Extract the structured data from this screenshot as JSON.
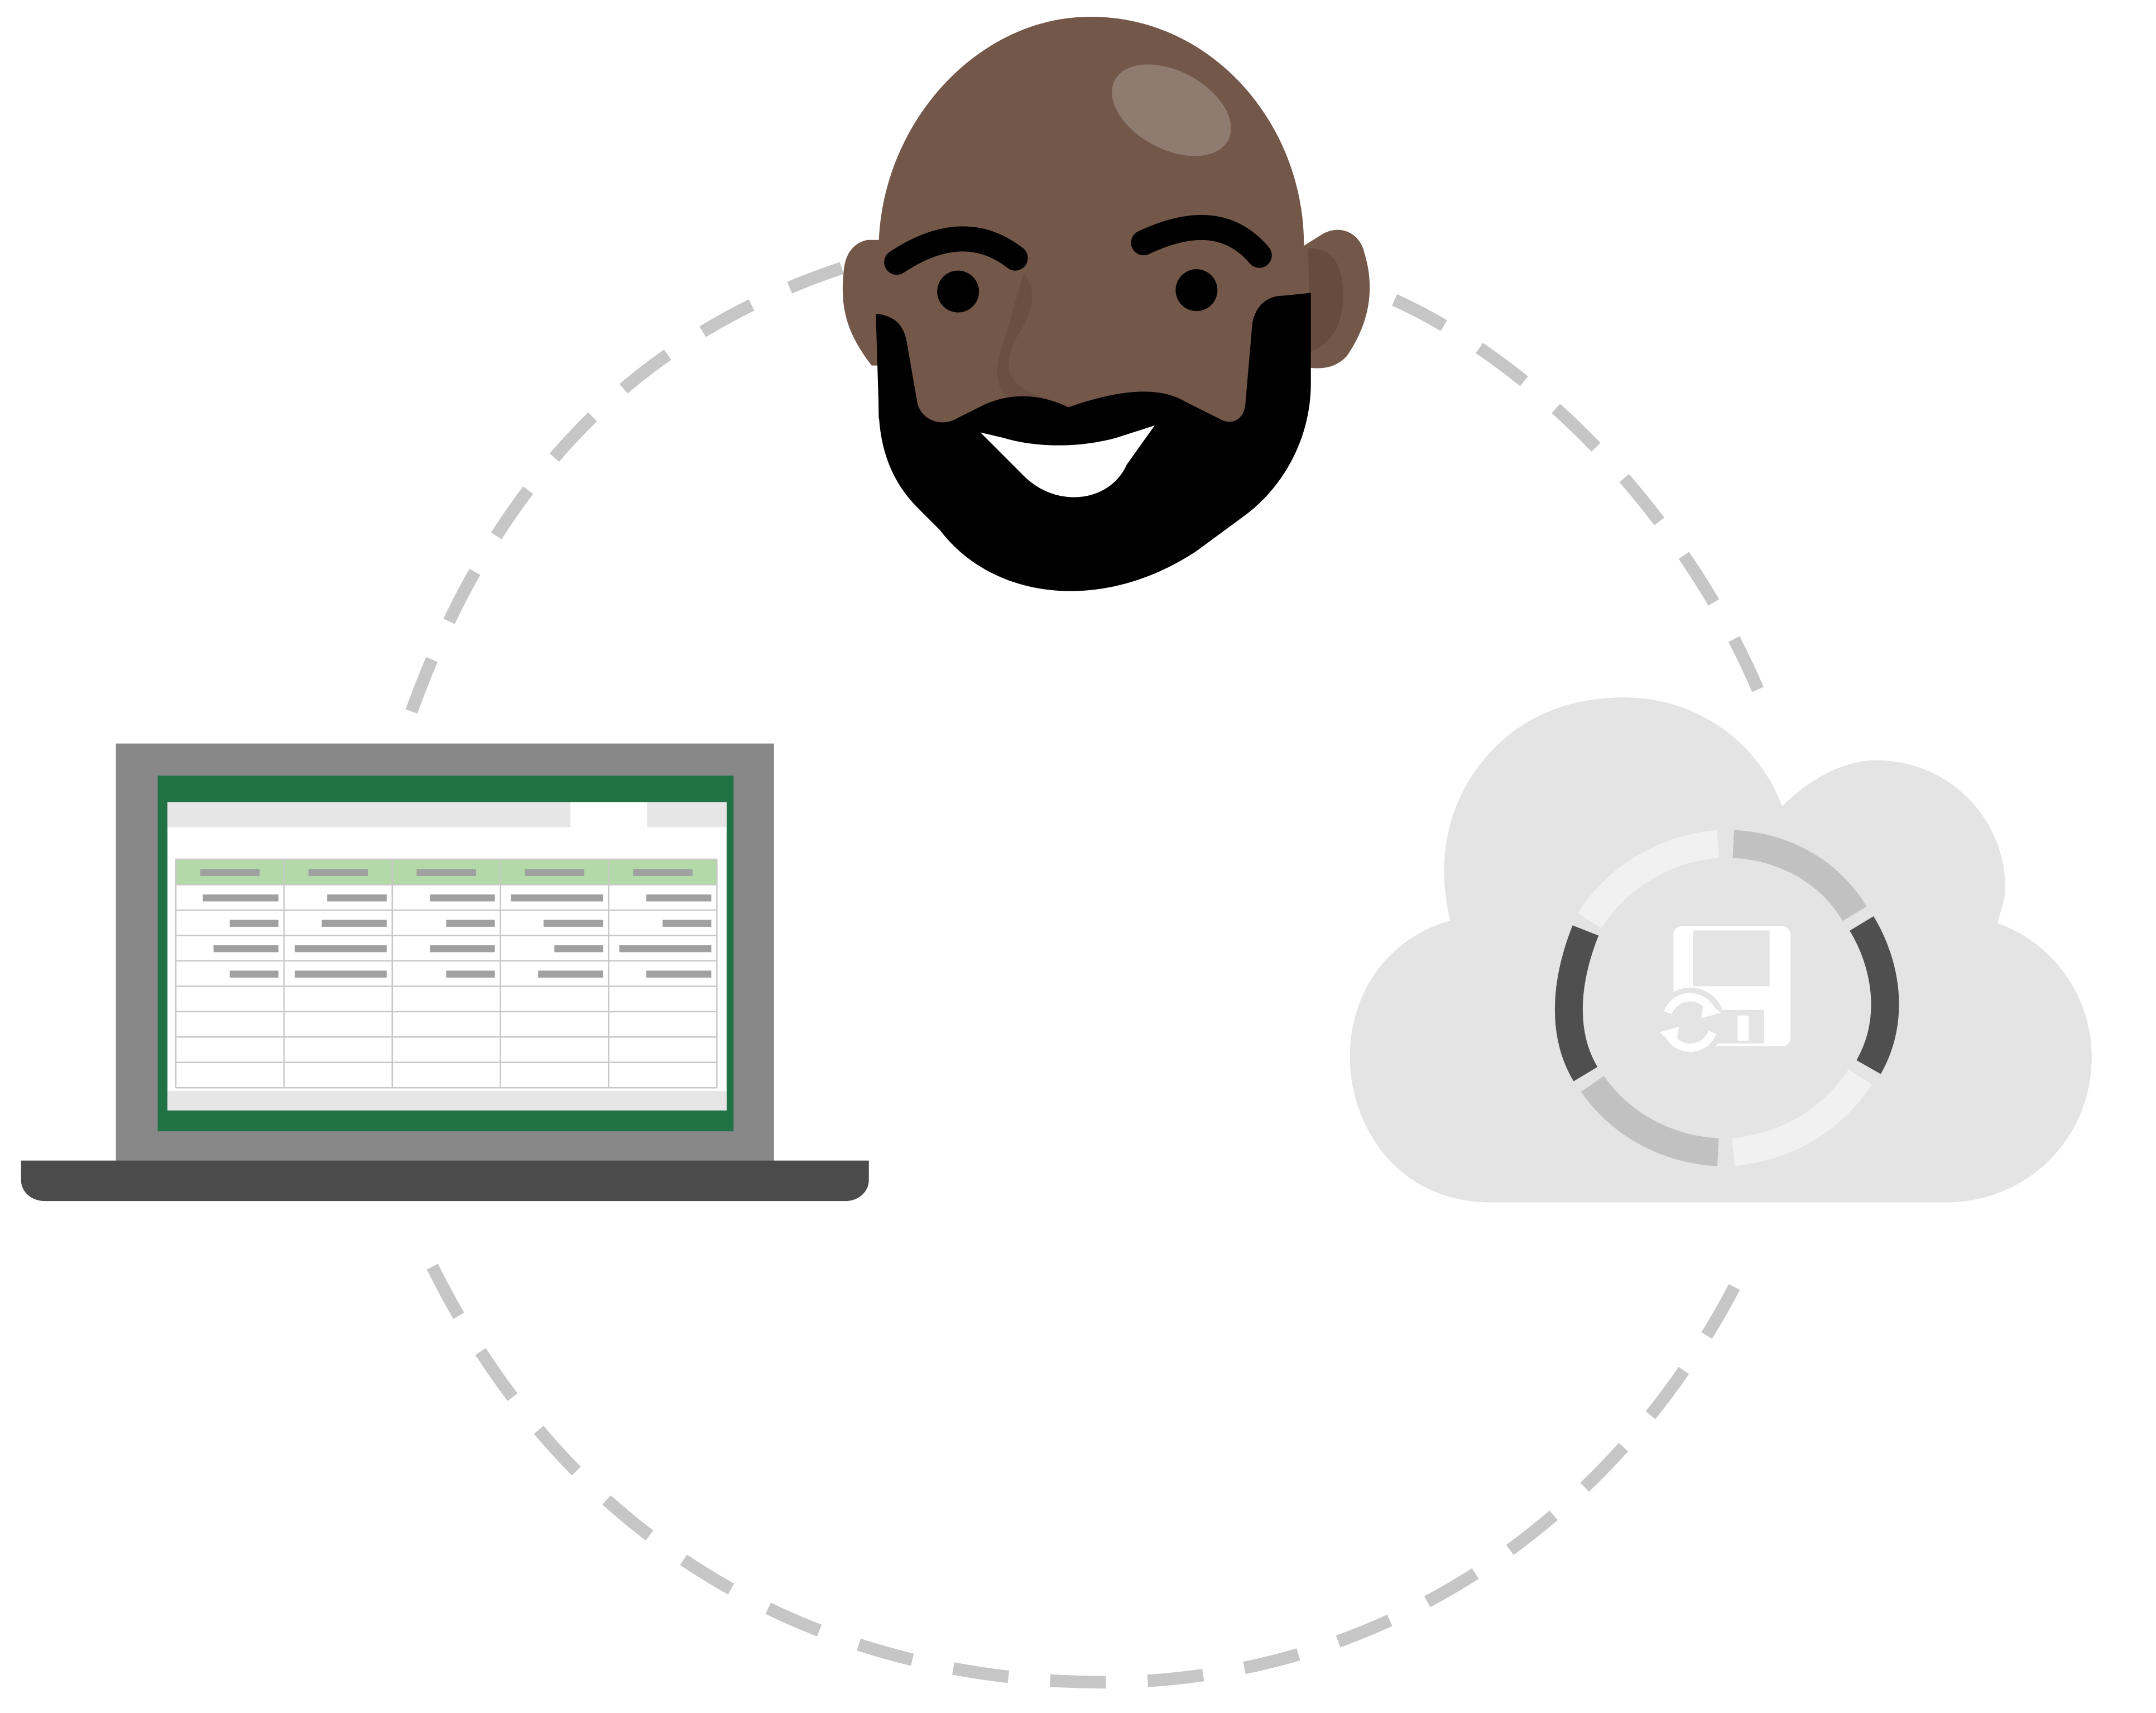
{
  "illustration": {
    "subject": "autosave-to-cloud",
    "elements": {
      "person": "bald-bearded-man",
      "device": "laptop-with-spreadsheet",
      "cloud": "cloud-with-save-sync-icon",
      "connector": "dashed-cycle-ring"
    }
  },
  "colors": {
    "background": "#ffffff",
    "dash": "#c6c6c6",
    "skin": "#73584a",
    "skin_highlight": "#8f7b6f",
    "skin_shadow": "#664c3f",
    "beard": "#000000",
    "laptop_body": "#888888",
    "laptop_base": "#4b4b4b",
    "excel_green": "#217346",
    "header_row": "#b3d9a9",
    "cell_bar": "#a0a0a0",
    "cloud": "#e4e4e4",
    "ring_dark": "#4f4f4f",
    "ring_mid": "#c1c1c1",
    "ring_light": "#f1f1f1"
  },
  "spreadsheet": {
    "columns": 5,
    "header_rows": 1,
    "body_rows": 8,
    "filled_rows": 4
  }
}
